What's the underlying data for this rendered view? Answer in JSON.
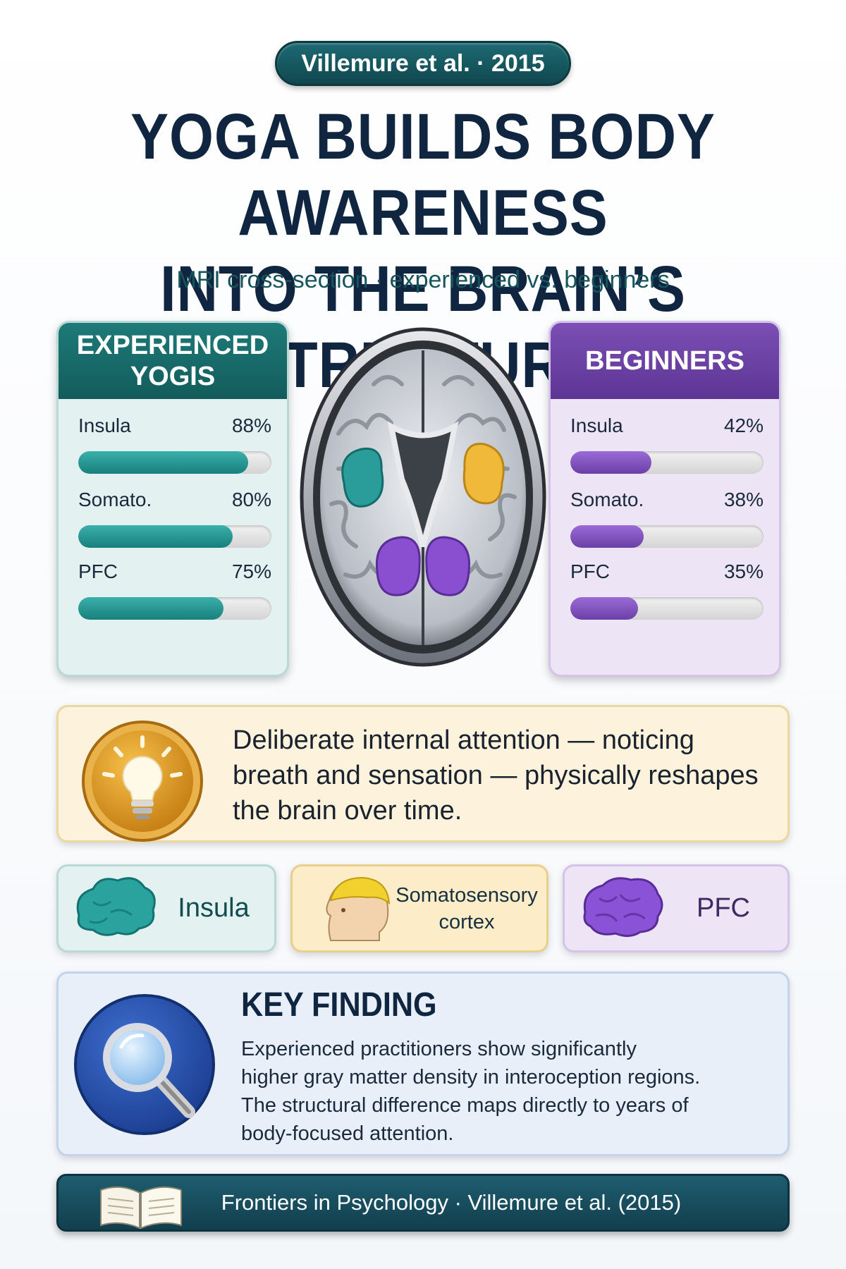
{
  "header": {
    "badge": "Villemure et al. · 2015",
    "title_line1": "Yoga builds body awareness",
    "title_line2": "into the brain’s structure",
    "subtitle": "MRI cross-section · experienced vs. beginners"
  },
  "groups": [
    {
      "name": "Experienced yogis",
      "color": "#1e7a78",
      "metrics": [
        {
          "label": "Insula",
          "value_text": "88%",
          "value": 88
        },
        {
          "label": "Somato.",
          "value_text": "80%",
          "value": 80
        },
        {
          "label": "PFC",
          "value_text": "75%",
          "value": 75
        }
      ]
    },
    {
      "name": "Beginners",
      "color": "#6b3fa8",
      "metrics": [
        {
          "label": "Insula",
          "value_text": "42%",
          "value": 42
        },
        {
          "label": "Somato.",
          "value_text": "38%",
          "value": 38
        },
        {
          "label": "PFC",
          "value_text": "35%",
          "value": 35
        }
      ]
    }
  ],
  "brain_image": {
    "icon": "mri-brain-cross-section",
    "highlight_colors": {
      "insula_left": "#2a9d9a",
      "insula_right": "#f0b93a",
      "pfc": "#8a4fd0"
    }
  },
  "insight": {
    "icon": "lightbulb-icon",
    "text": "Deliberate internal attention — noticing breath and sensation — physically reshapes the brain over time."
  },
  "regions": [
    {
      "icon": "insula-brain-icon",
      "label": "Insula",
      "color": "#2a9d9a"
    },
    {
      "icon": "head-profile-icon",
      "label_line1": "Somatosensory",
      "label_line2": "cortex",
      "color": "#f0c430"
    },
    {
      "icon": "purple-brain-icon",
      "label": "PFC",
      "color": "#8a4fd0"
    }
  ],
  "finding": {
    "icon": "magnifier-icon",
    "heading": "Key finding",
    "lines": [
      "Experienced practitioners show significantly",
      "higher gray matter density in interoception regions.",
      "The structural difference maps directly to years of",
      "body-focused attention."
    ]
  },
  "footer": {
    "icon": "open-book-icon",
    "text": "Frontiers in Psychology · Villemure et al. (2015)"
  }
}
